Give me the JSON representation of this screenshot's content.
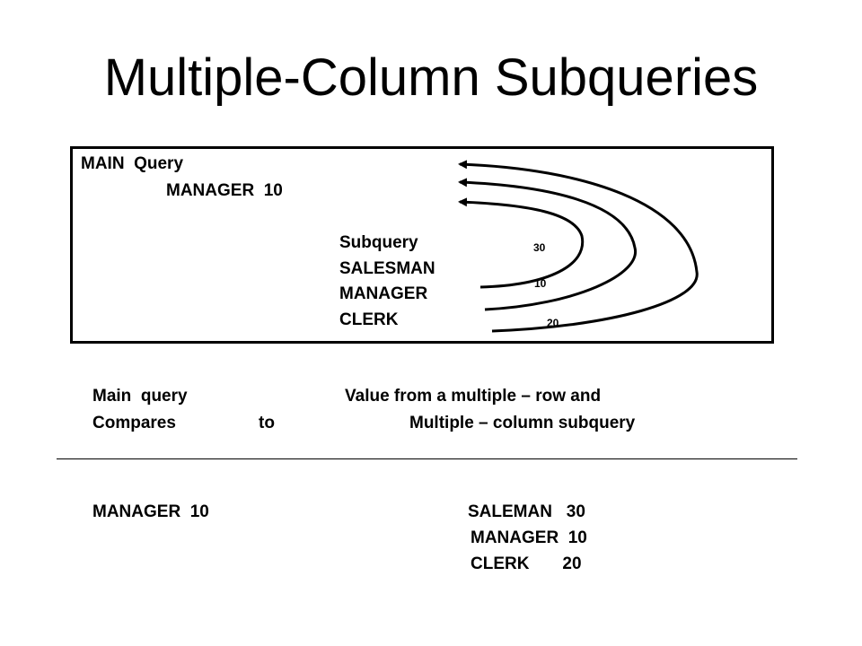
{
  "title": "Multiple-Column Subqueries",
  "diagram": {
    "main_label": "MAIN  Query",
    "main_value": "MANAGER  10",
    "subquery_label": "Subquery",
    "rows": [
      "SALESMAN",
      "MANAGER",
      "CLERK"
    ],
    "arc_values": [
      "30",
      "10",
      "20"
    ]
  },
  "caption": {
    "line1_left": "Main  query",
    "line1_right": "Value from a multiple – row and",
    "line2_left": "Compares",
    "line2_mid": "to",
    "line2_right": "Multiple – column subquery"
  },
  "result": {
    "main": "MANAGER  10",
    "rows": [
      "SALEMAN   30",
      "MANAGER  10",
      "CLERK       20"
    ]
  }
}
